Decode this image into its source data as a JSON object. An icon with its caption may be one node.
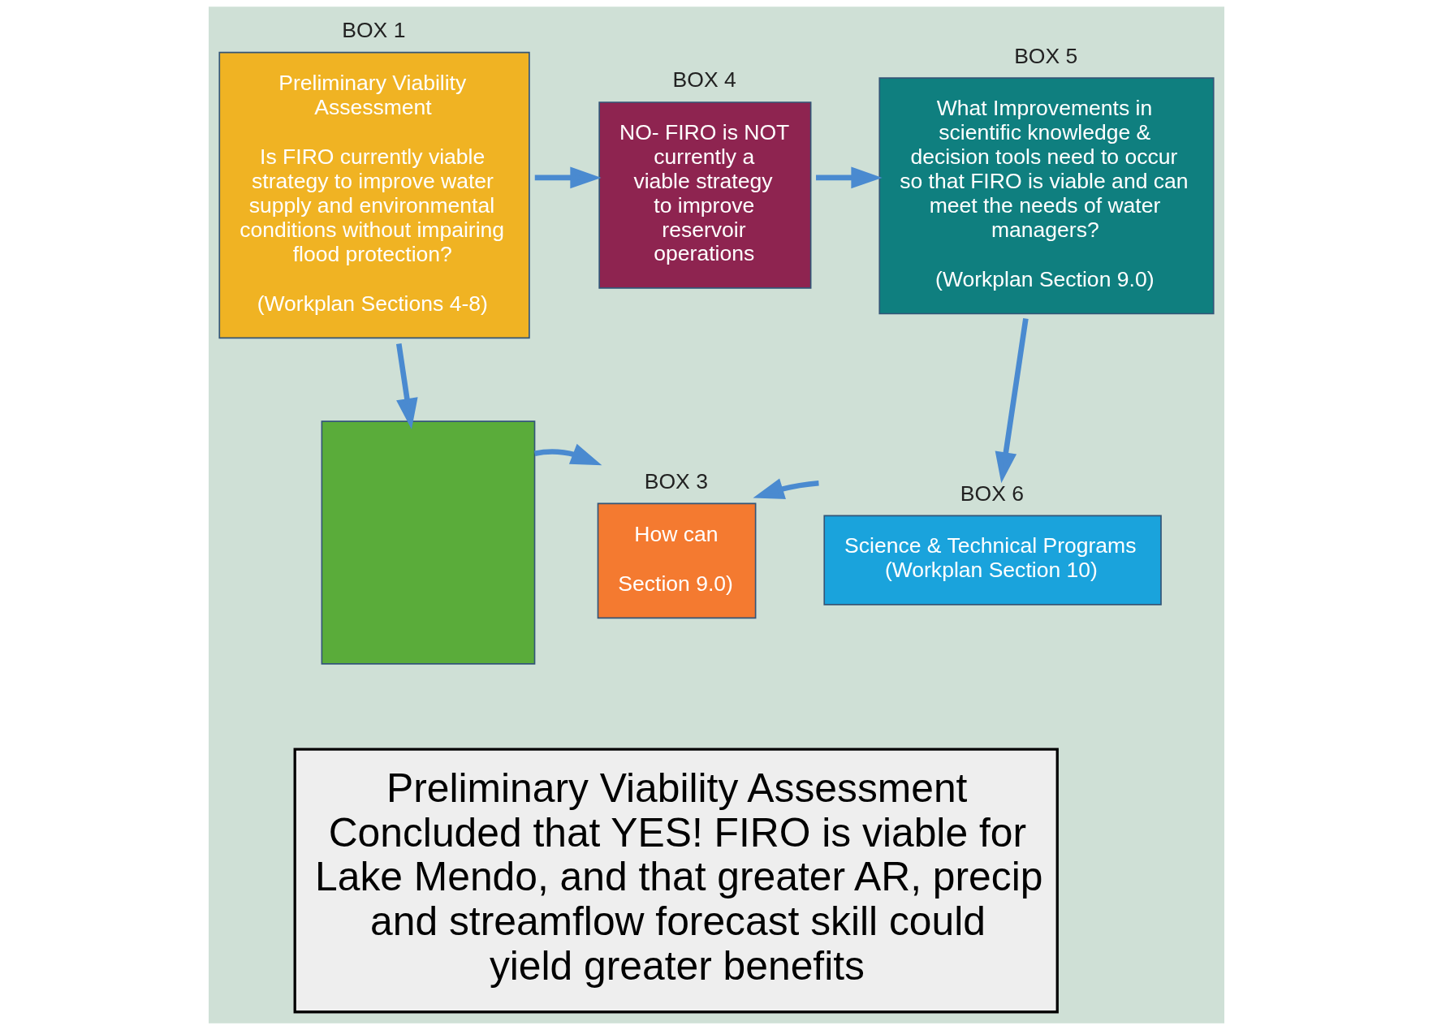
{
  "diagram": {
    "nodes": [
      {
        "text": [
          "Preliminary Viability Assessment",
          "Is FIRO currently viable strategy to improve water supply and environmental conditions without impairing flood protection?",
          "(Workplan Sections 4-8)"
        ],
        "beside": [
          "BOX 1"
        ]
      },
      {
        "text": [
          "NO- FIRO is NOT currently a viable strategy to improve reservoir operations"
        ],
        "beside": [
          "BOX 4"
        ]
      },
      {
        "text": [
          "What Improvements in scientific knowledge & decision tools need to occur so that FIRO is viable and can meet the needs of water managers?",
          "(Workplan Section 9.0)"
        ],
        "beside": [
          "BOX 5"
        ]
      },
      {
        "text": [
          "Science & Technical Programs (Workplan Section 10)"
        ],
        "beside": [
          "BOX 6"
        ]
      },
      {
        "text": [],
        "shape": "box"
      },
      {
        "text": [
          "How can",
          "Section 9.0)"
        ],
        "beside": [
          "BOX 3"
        ]
      },
      {
        "text": [
          "Preliminary Viability Assessment Concluded that YES! FIRO is viable for Lake Mendo, and that greater AR, precip and streamflow forecast skill could yield greater benefits"
        ]
      }
    ],
    "edges": [
      {
        "from": 0,
        "to": 1,
        "arrow": "to"
      },
      {
        "from": 1,
        "to": 2,
        "arrow": "to"
      },
      {
        "from": 2,
        "to": 3,
        "arrow": "to"
      },
      {
        "from": 0,
        "to": 4,
        "arrow": "to"
      },
      {
        "from": 4,
        "to": 5,
        "arrow": "to"
      },
      {
        "from": 3,
        "to": 5,
        "arrow": "to"
      }
    ]
  }
}
